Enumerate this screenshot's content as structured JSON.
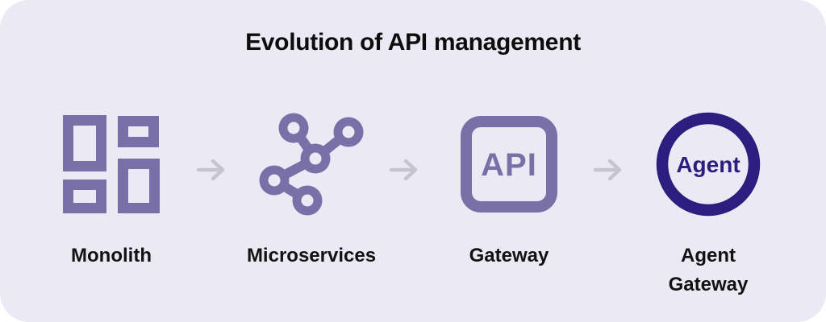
{
  "title": "Evolution of API management",
  "colors": {
    "page_background": "#ffffff",
    "card_background": "#EBE9F4",
    "icon_purple": "#7A70A8",
    "icon_dark_indigo": "#2B1E7E",
    "arrow_gray": "#C6C4D1",
    "label_text": "#121212"
  },
  "stages": [
    {
      "label": "Monolith",
      "icon": "monolith-grid-icon"
    },
    {
      "label": "Microservices",
      "icon": "microservices-network-icon"
    },
    {
      "label": "Gateway",
      "icon": "api-gateway-icon",
      "icon_text": "API"
    },
    {
      "label": "Agent Gateway",
      "icon": "agent-gateway-icon",
      "icon_text": "Agent"
    }
  ],
  "arrows": {
    "count": 3,
    "glyph": "right-arrow"
  }
}
